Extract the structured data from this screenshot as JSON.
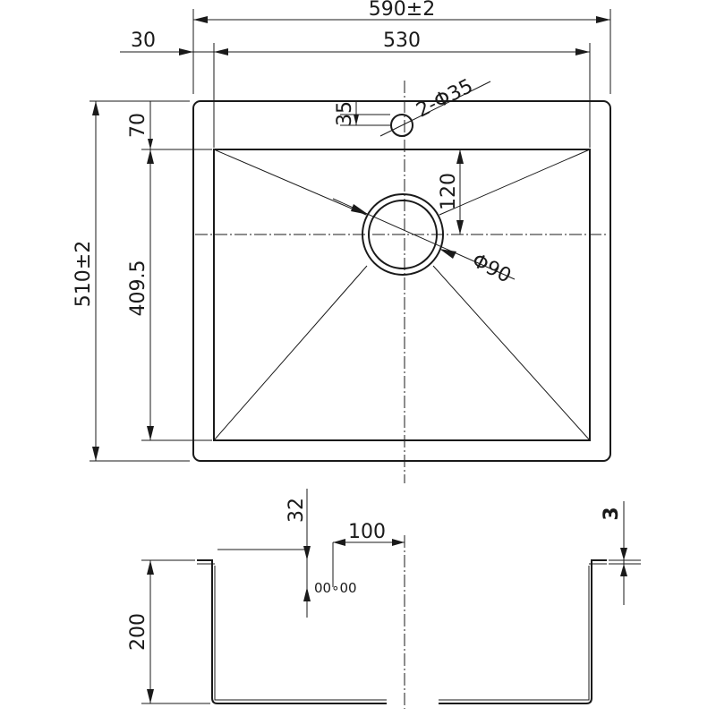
{
  "dimensions": {
    "overall_width": "590±2",
    "flange_offset": "30",
    "bowl_width": "530",
    "tap_hole": "2-Φ35",
    "tap_hole_offset": "35",
    "top_flange": "70",
    "drain_offset": "120",
    "overall_depth": "510±2",
    "bowl_length": "409.5",
    "drain_diameter": "Φ90",
    "overflow_offset": "32",
    "overflow_spacing": "100",
    "sheet_thickness": "3",
    "bowl_height": "200"
  },
  "overflow_marking": "00∘00",
  "colors": {
    "line": "#1a1a1a",
    "background": "#ffffff"
  }
}
